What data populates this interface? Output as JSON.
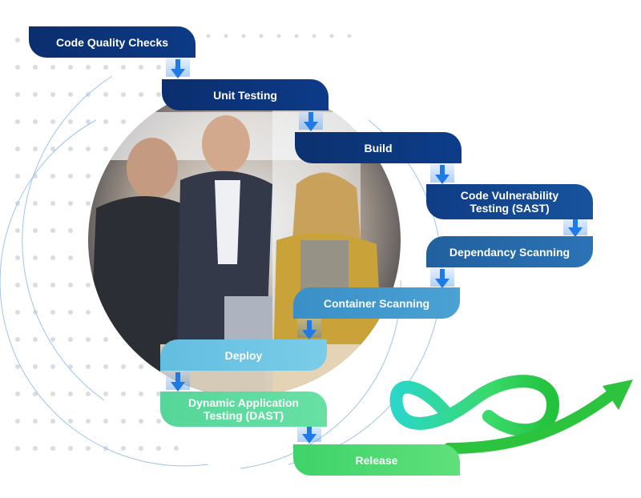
{
  "pipeline": {
    "steps": [
      {
        "label": "Code Quality Checks"
      },
      {
        "label": "Unit Testing"
      },
      {
        "label": "Build"
      },
      {
        "label": "Code Vulnerability",
        "label2": "Testing (SAST)"
      },
      {
        "label": "Dependancy Scanning"
      },
      {
        "label": "Container Scanning"
      },
      {
        "label": "Deploy"
      },
      {
        "label": "Dynamic Application",
        "label2": "Testing (DAST)"
      },
      {
        "label": "Release"
      }
    ]
  },
  "colors": {
    "navy": "#0b2e6e",
    "blue": "#2a73b5",
    "light_blue": "#63bde0",
    "green": "#3fd36a",
    "arrow": "#1f7ae6"
  },
  "icons": [
    "down-arrow-icon",
    "infinity-loop-icon",
    "growth-arrow-icon"
  ]
}
